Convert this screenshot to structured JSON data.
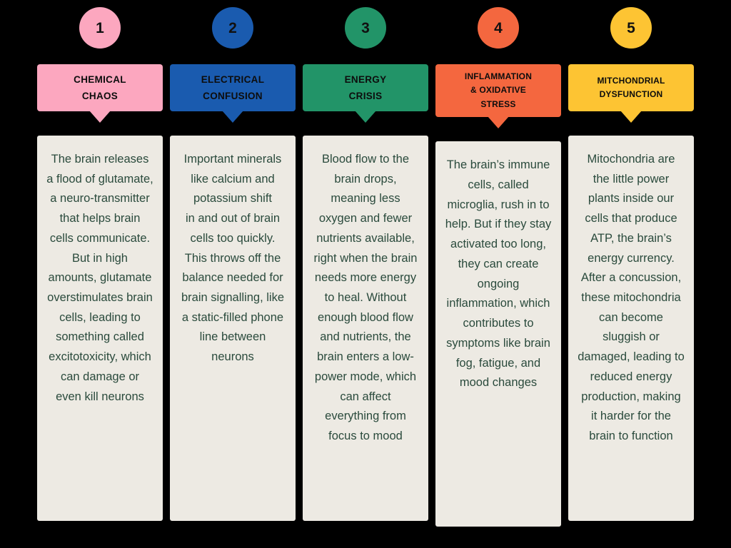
{
  "page": {
    "background_color": "#000000",
    "card_background_color": "#EDEAE3",
    "body_text_color": "#2A4A3C",
    "header_text_color": "#0D0D0D"
  },
  "columns": [
    {
      "number": "1",
      "color": "#FCA7BF",
      "title": "CHEMICAL\nCHAOS",
      "body": "The brain releases a flood of glutamate, a neuro-transmitter that helps brain cells communicate. But in high amounts, glutamate overstimulates brain cells, leading to something called excitotoxicity, which can damage or even kill neurons"
    },
    {
      "number": "2",
      "color": "#1A5BAF",
      "title": "ELECTRICAL\nCONFUSION",
      "body": "Important minerals like calcium and potassium shift\nin and out of brain cells too quickly. This throws off the balance needed for brain signalling, like a static-filled phone line between neurons"
    },
    {
      "number": "3",
      "color": "#229468",
      "title": "ENERGY\nCRISIS",
      "body": "Blood flow to the brain drops, meaning less oxygen and fewer nutrients available, right when the brain needs more energy to heal. Without enough blood flow and nutrients, the brain enters a low-power mode, which can affect everything from focus to mood"
    },
    {
      "number": "4",
      "color": "#F4673F",
      "title": "INFLAMMATION\n& OXIDATIVE\nSTRESS",
      "body": "The brain’s immune cells, called microglia, rush in to help. But if they stay activated too long, they can create ongoing inflammation, which contributes to symptoms like brain fog, fatigue, and mood changes"
    },
    {
      "number": "5",
      "color": "#FDC433",
      "title": "MITCHONDRIAL\nDYSFUNCTION",
      "body": "Mitochondria are the little power plants inside our cells that produce ATP, the brain’s energy currency. After a concussion, these mitochondria can become sluggish or damaged, leading to reduced energy production, making it harder for the brain to function"
    }
  ]
}
